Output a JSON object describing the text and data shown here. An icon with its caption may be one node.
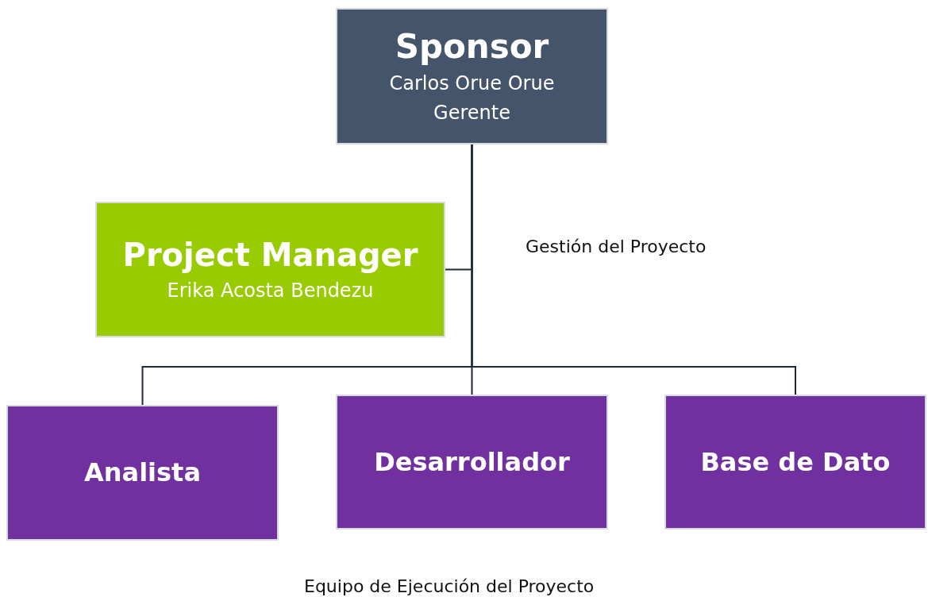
{
  "diagram": {
    "nodes": [
      {
        "text": [
          "Sponsor",
          "Carlos Orue Orue",
          "Gerente"
        ]
      },
      {
        "text": [
          "Project Manager",
          "Erika Acosta Bendezu"
        ]
      },
      {
        "text": [
          "Analista"
        ]
      },
      {
        "text": [
          "Desarrollador"
        ]
      },
      {
        "text": [
          "Base de Dato"
        ]
      }
    ],
    "edges": [
      {
        "from": 0,
        "to": 1,
        "arrow": "none"
      },
      {
        "from": 0,
        "to": 2,
        "arrow": "none"
      },
      {
        "from": 0,
        "to": 3,
        "arrow": "none"
      },
      {
        "from": 0,
        "to": 4,
        "arrow": "none"
      }
    ],
    "labels": [
      "Gestión del Proyecto",
      "Equipo de Ejecución del Proyecto"
    ]
  }
}
